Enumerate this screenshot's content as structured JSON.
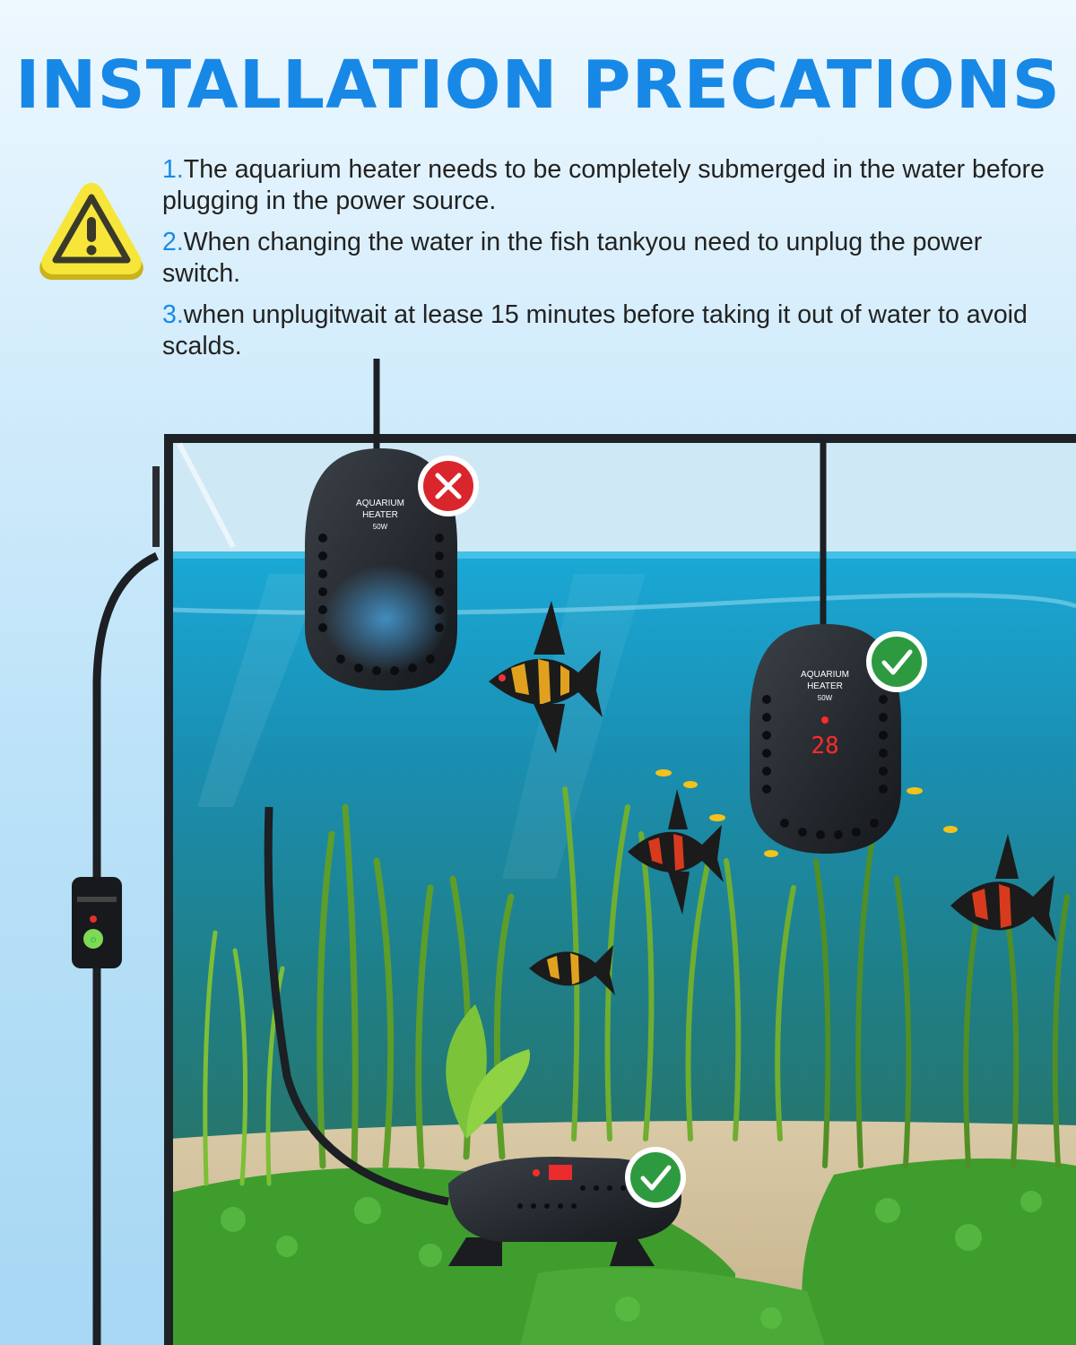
{
  "page": {
    "title": "INSTALLATION PRECATIONS",
    "accent_color": "#1888e6",
    "text_color": "#222222"
  },
  "warning_icon": "warning-triangle-icon",
  "steps": [
    {
      "number": "1.",
      "text": "The aquarium heater needs to be completely submerged in the water before plugging in the power source."
    },
    {
      "number": "2.",
      "text": "When changing the water in the fish tankyou need to unplug the power switch."
    },
    {
      "number": "3.",
      "text": "when unplugitwait at lease 15 minutes before taking it out of water to avoid scalds."
    }
  ],
  "heaters": {
    "wrong": {
      "label_line1": "AQUARIUM",
      "label_line2": "HEATER",
      "label_line3": "50W",
      "status": "wrong",
      "status_icon": "x-mark-icon",
      "status_color": "#d9262c"
    },
    "correct_vertical": {
      "label_line1": "AQUARIUM",
      "label_line2": "HEATER",
      "label_line3": "50W",
      "display": "28",
      "status": "correct",
      "status_icon": "check-mark-icon",
      "status_color": "#2e9a3f"
    },
    "correct_bottom": {
      "status": "correct",
      "status_icon": "check-mark-icon",
      "status_color": "#2e9a3f"
    }
  },
  "controller": {
    "icon": "power-switch-icon"
  }
}
